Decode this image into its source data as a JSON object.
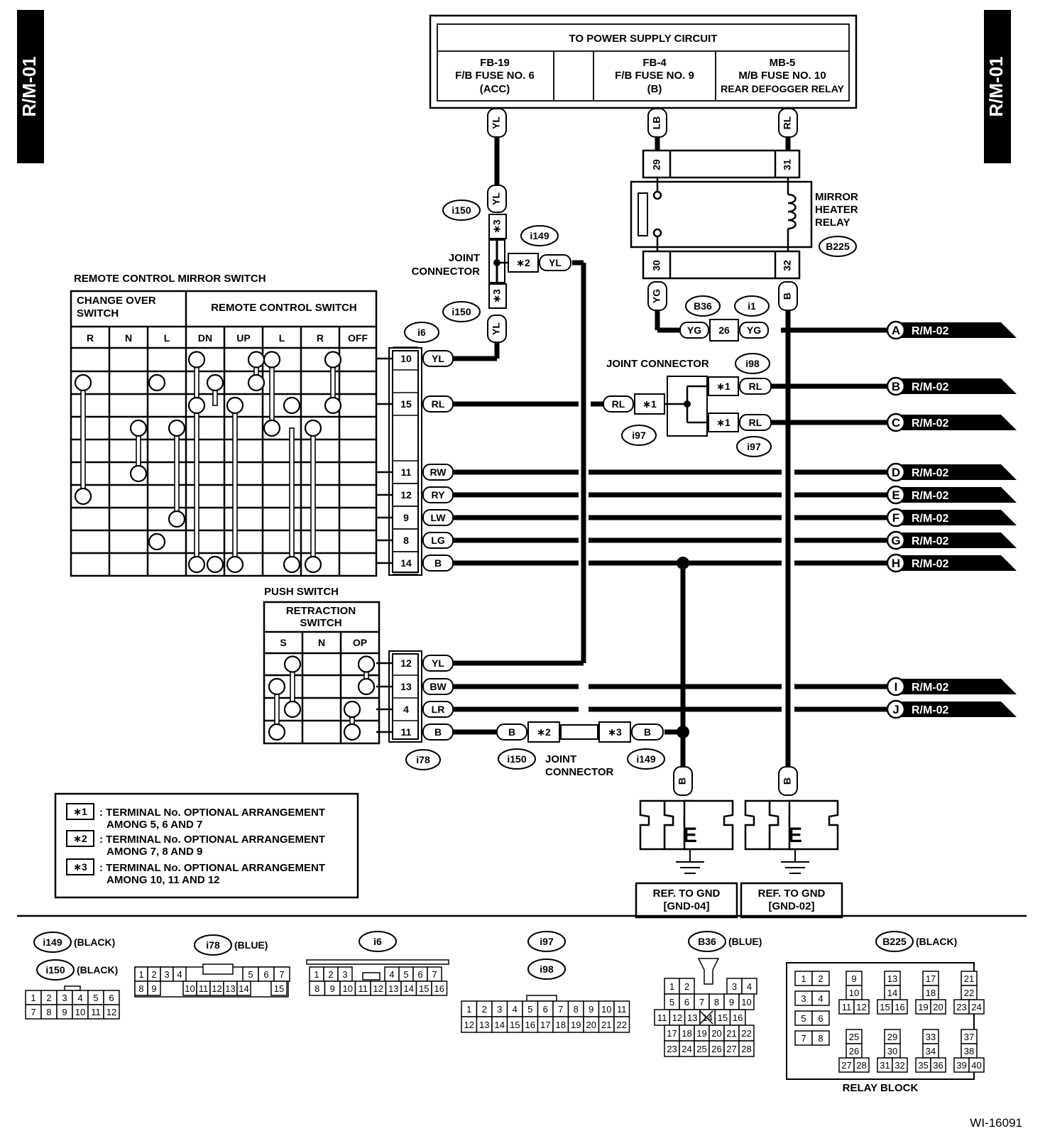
{
  "page_tag": "R/M-01",
  "figure_id": "WI-16091",
  "power_supply": {
    "title": "TO POWER SUPPLY CIRCUIT",
    "fuse1": [
      "FB-19",
      "F/B FUSE NO. 6",
      "(ACC)"
    ],
    "fuse2": [
      "FB-4",
      "F/B FUSE NO. 9",
      "(B)"
    ],
    "fuse3": [
      "MB-5",
      "M/B FUSE NO. 10",
      "REAR DEFOGGER RELAY"
    ]
  },
  "relay": {
    "name": [
      "MIRROR",
      "HEATER",
      "RELAY"
    ],
    "id": "B225",
    "pins": [
      "29",
      "31",
      "30",
      "32"
    ]
  },
  "mirror_switch": {
    "title": "REMOTE CONTROL MIRROR SWITCH",
    "group1": [
      "CHANGE OVER",
      "SWITCH"
    ],
    "group2": "REMOTE CONTROL SWITCH",
    "columns": [
      "R",
      "N",
      "L",
      "DN",
      "UP",
      "L",
      "R",
      "OFF"
    ]
  },
  "push_switch": {
    "title": "PUSH SWITCH",
    "group": [
      "RETRACTION",
      "SWITCH"
    ],
    "columns": [
      "S",
      "N",
      "OP"
    ]
  },
  "connectors": {
    "i150": "i150",
    "i149": "i149",
    "i6": "i6",
    "i78": "i78",
    "i97": "i97",
    "i98": "i98",
    "B36": "B36",
    "i1": "i1",
    "B225": "B225"
  },
  "joint_connector": [
    "JOINT",
    "CONNECTOR"
  ],
  "joint_connector_i98": "JOINT CONNECTOR",
  "marks": {
    "s1": "∗1",
    "s2": "∗2",
    "s3": "∗3"
  },
  "wires": {
    "YL": "YL",
    "LB": "LB",
    "RL": "RL",
    "YG": "YG",
    "B": "B",
    "RW": "RW",
    "RY": "RY",
    "LW": "LW",
    "LG": "LG",
    "BW": "BW",
    "LR": "LR",
    "n26": "26"
  },
  "i6_rows": [
    {
      "pin": "10",
      "wire": "YL"
    },
    {
      "pin": "15",
      "wire": "RL"
    },
    {
      "pin": "11",
      "wire": "RW"
    },
    {
      "pin": "12",
      "wire": "RY"
    },
    {
      "pin": "9",
      "wire": "LW"
    },
    {
      "pin": "8",
      "wire": "LG"
    },
    {
      "pin": "14",
      "wire": "B"
    }
  ],
  "i78_rows": [
    {
      "pin": "12",
      "wire": "YL"
    },
    {
      "pin": "13",
      "wire": "BW"
    },
    {
      "pin": "4",
      "wire": "LR"
    },
    {
      "pin": "11",
      "wire": "B"
    }
  ],
  "outputs": [
    {
      "letter": "A",
      "ref": "R/M-02"
    },
    {
      "letter": "B",
      "ref": "R/M-02"
    },
    {
      "letter": "C",
      "ref": "R/M-02"
    },
    {
      "letter": "D",
      "ref": "R/M-02"
    },
    {
      "letter": "E",
      "ref": "R/M-02"
    },
    {
      "letter": "F",
      "ref": "R/M-02"
    },
    {
      "letter": "G",
      "ref": "R/M-02"
    },
    {
      "letter": "H",
      "ref": "R/M-02"
    },
    {
      "letter": "I",
      "ref": "R/M-02"
    },
    {
      "letter": "J",
      "ref": "R/M-02"
    }
  ],
  "ground": {
    "label": "E",
    "ref1": [
      "REF. TO GND",
      "[GND-04]"
    ],
    "ref2": [
      "REF. TO GND",
      "[GND-02]"
    ]
  },
  "notes": [
    {
      "mark": "∗1",
      "text": [
        ": TERMINAL No. OPTIONAL ARRANGEMENT",
        "AMONG 5, 6 AND 7"
      ]
    },
    {
      "mark": "∗2",
      "text": [
        ": TERMINAL No. OPTIONAL ARRANGEMENT",
        "AMONG 7, 8 AND 9"
      ]
    },
    {
      "mark": "∗3",
      "text": [
        ": TERMINAL No. OPTIONAL ARRANGEMENT",
        "AMONG 10, 11 AND 12"
      ]
    }
  ],
  "connector_faces": {
    "i149_color": "(BLACK)",
    "i150_color": "(BLACK)",
    "i78_color": "(BLUE)",
    "B36_color": "(BLUE)",
    "B225_color": "(BLACK)",
    "relay_block": "RELAY BLOCK",
    "i149_i150_pins": [
      [
        "1",
        "2",
        "3",
        "4",
        "5",
        "6"
      ],
      [
        "7",
        "8",
        "9",
        "10",
        "11",
        "12"
      ]
    ],
    "i78_pins": [
      [
        "1",
        "2",
        "3",
        "4",
        "5",
        "6",
        "7"
      ],
      [
        "8",
        "9",
        "10",
        "11",
        "12",
        "13",
        "14",
        "15"
      ]
    ],
    "i6_pins": [
      [
        "1",
        "2",
        "3",
        "4",
        "5",
        "6",
        "7"
      ],
      [
        "8",
        "9",
        "10",
        "11",
        "12",
        "13",
        "14",
        "15",
        "16"
      ]
    ],
    "i97_i98_pins": [
      [
        "1",
        "2",
        "3",
        "4",
        "5",
        "6",
        "7",
        "8",
        "9",
        "10",
        "11"
      ],
      [
        "12",
        "13",
        "14",
        "15",
        "16",
        "17",
        "18",
        "19",
        "20",
        "21",
        "22"
      ]
    ],
    "B36_pins": [
      [
        "1",
        "2",
        "3",
        "4"
      ],
      [
        "5",
        "6",
        "7",
        "8",
        "9",
        "10"
      ],
      [
        "11",
        "12",
        "13",
        "14",
        "15",
        "16"
      ],
      [
        "17",
        "18",
        "19",
        "20",
        "21",
        "22"
      ],
      [
        "23",
        "24",
        "25",
        "26",
        "27",
        "28"
      ]
    ],
    "B225_pins": [
      [
        "1",
        "2",
        "3",
        "4",
        "5",
        "6",
        "7",
        "8"
      ],
      [
        "9",
        "10",
        "11",
        "12"
      ],
      [
        "13",
        "14",
        "15",
        "16"
      ],
      [
        "17",
        "18",
        "19",
        "20"
      ],
      [
        "21",
        "22",
        "23",
        "24"
      ],
      [
        "25",
        "26",
        "27",
        "28"
      ],
      [
        "29",
        "30",
        "31",
        "32"
      ],
      [
        "33",
        "34",
        "35",
        "36"
      ],
      [
        "37",
        "38",
        "39",
        "40"
      ]
    ]
  }
}
